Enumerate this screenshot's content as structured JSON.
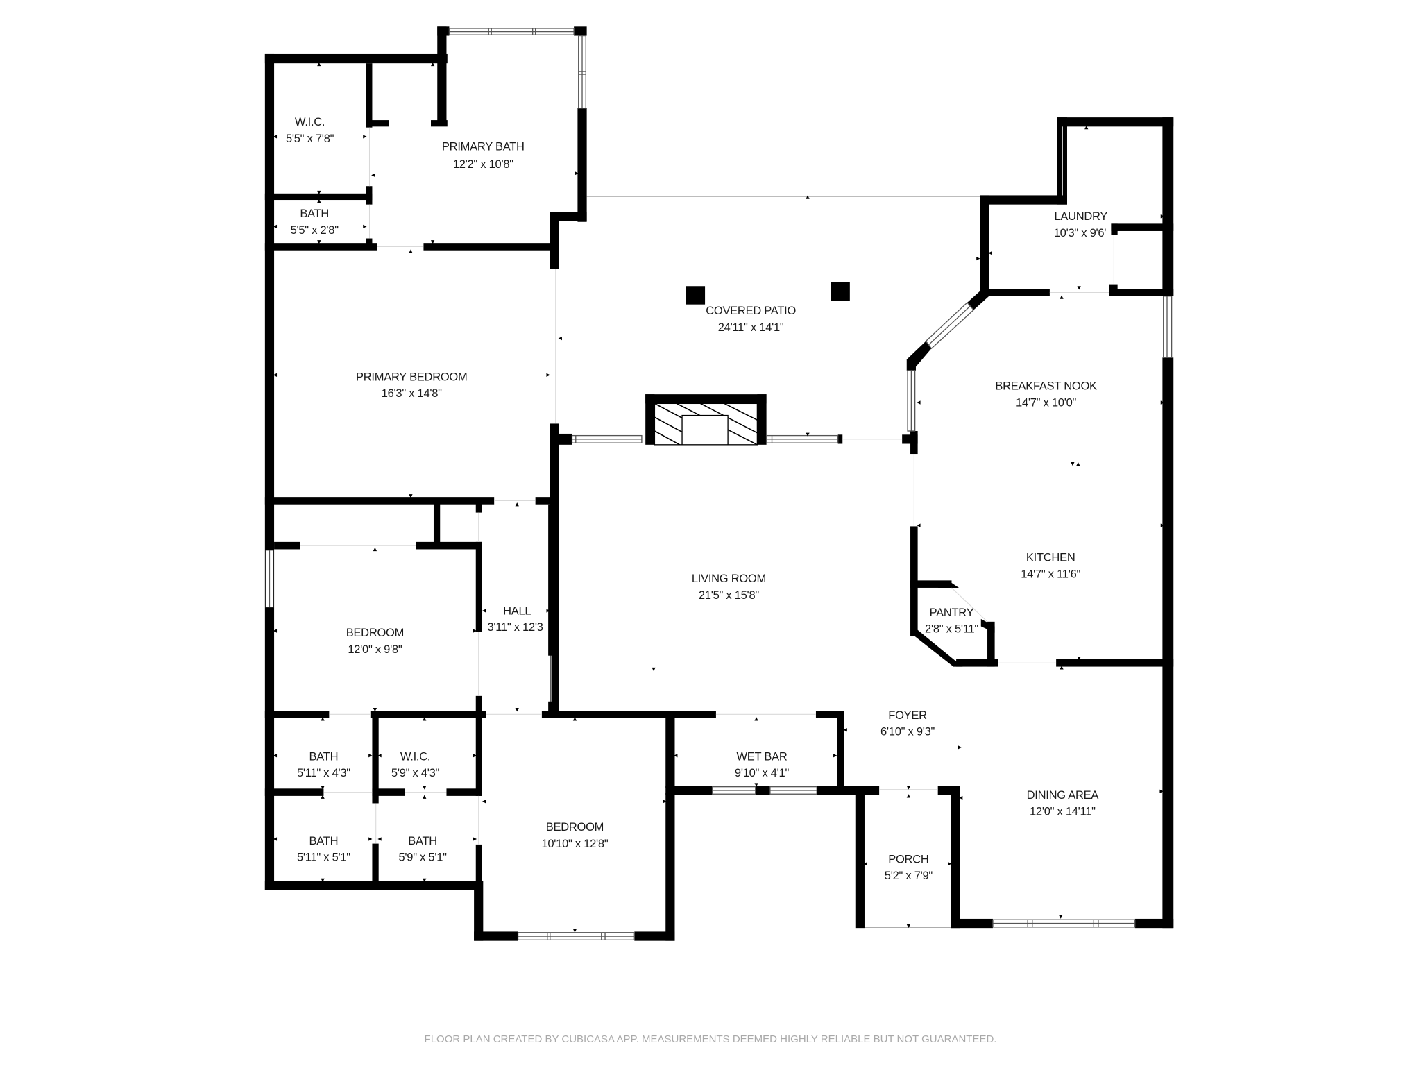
{
  "plan": {
    "rooms": [
      {
        "name": "W.I.C.",
        "dims": "5'5\" x 7'8\""
      },
      {
        "name": "PRIMARY BATH",
        "dims": "12'2\" x 10'8\""
      },
      {
        "name": "BATH",
        "dims": "5'5\" x 2'8\""
      },
      {
        "name": "PRIMARY BEDROOM",
        "dims": "16'3\" x 14'8\""
      },
      {
        "name": "COVERED PATIO",
        "dims": "24'11\" x 14'1\""
      },
      {
        "name": "LAUNDRY",
        "dims": "10'3\" x 9'6'"
      },
      {
        "name": "BREAKFAST NOOK",
        "dims": "14'7\" x 10'0\""
      },
      {
        "name": "KITCHEN",
        "dims": "14'7\" x 11'6\""
      },
      {
        "name": "PANTRY",
        "dims": "2'8\" x 5'11\""
      },
      {
        "name": "LIVING ROOM",
        "dims": "21'5\" x 15'8\""
      },
      {
        "name": "HALL",
        "dims": "3'11\" x 12'3"
      },
      {
        "name": "BEDROOM",
        "dims": "12'0\" x 9'8\""
      },
      {
        "name": "FOYER",
        "dims": "6'10\" x 9'3\""
      },
      {
        "name": "WET BAR",
        "dims": "9'10\" x 4'1\""
      },
      {
        "name": "BATH",
        "dims": "5'11\" x 4'3\""
      },
      {
        "name": "W.I.C.",
        "dims": "5'9\" x 4'3\""
      },
      {
        "name": "BATH",
        "dims": "5'11\" x 5'1\""
      },
      {
        "name": "BATH",
        "dims": "5'9\" x 5'1\""
      },
      {
        "name": "BEDROOM",
        "dims": "10'10\" x 12'8\""
      },
      {
        "name": "DINING AREA",
        "dims": "12'0\" x 14'11\""
      },
      {
        "name": "PORCH",
        "dims": "5'2\" x 7'9\""
      }
    ]
  },
  "footer": {
    "disclaimer": "FLOOR PLAN CREATED BY CUBICASA APP. MEASUREMENTS DEEMED HIGHLY RELIABLE BUT NOT GUARANTEED."
  },
  "colors": {
    "wall": "#000000",
    "background": "#ffffff",
    "footer_text": "#a9a9a9"
  }
}
